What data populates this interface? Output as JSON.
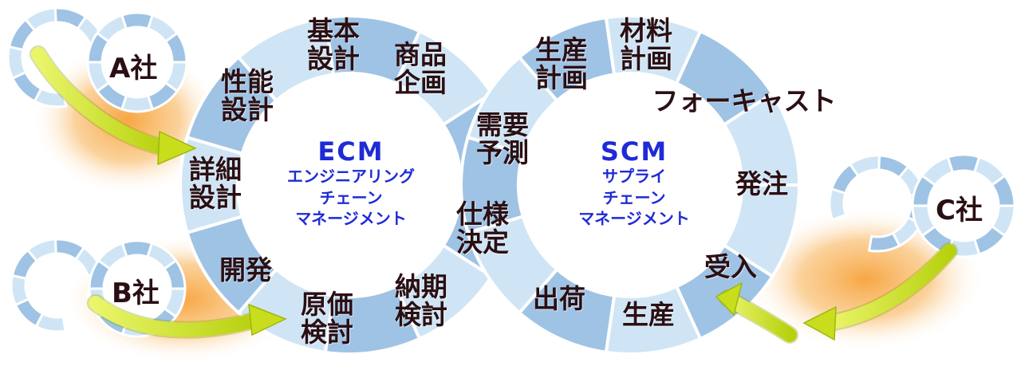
{
  "colors": {
    "segment_dark": "#9fc3e4",
    "segment_light": "#cfe5f5",
    "segment_edge": "#ffffff",
    "hub_text": "#1f2bd6",
    "label_text": "#2a0f13",
    "arrow_green": "#c8de1c",
    "glow_orange": "#f7a23a"
  },
  "ecm": {
    "acronym": "ECM",
    "line1": "エンジニアリング",
    "line2": "チェーン",
    "line3": "マネージメント",
    "steps": {
      "kihon": "基本\n設計",
      "shohin": "商品\n企画",
      "seino": "性能\n設計",
      "shosai": "詳細\n設計",
      "kaihatsu": "開発",
      "genka": "原価\n検討",
      "noki": "納期\n検討"
    }
  },
  "shared": {
    "juyo": "需要\n予測",
    "shiyo": "仕様\n決定"
  },
  "scm": {
    "acronym": "SCM",
    "line1": "サプライ",
    "line2": "チェーン",
    "line3": "マネージメント",
    "steps": {
      "seisan_keikaku": "生産\n計画",
      "zairyo": "材料\n計画",
      "forecast": "フォーキャスト",
      "hatchu": "発注",
      "ukeire": "受入",
      "seisan": "生産",
      "shukka": "出荷"
    }
  },
  "companies": {
    "a": "A社",
    "b": "B社",
    "c": "C社"
  }
}
